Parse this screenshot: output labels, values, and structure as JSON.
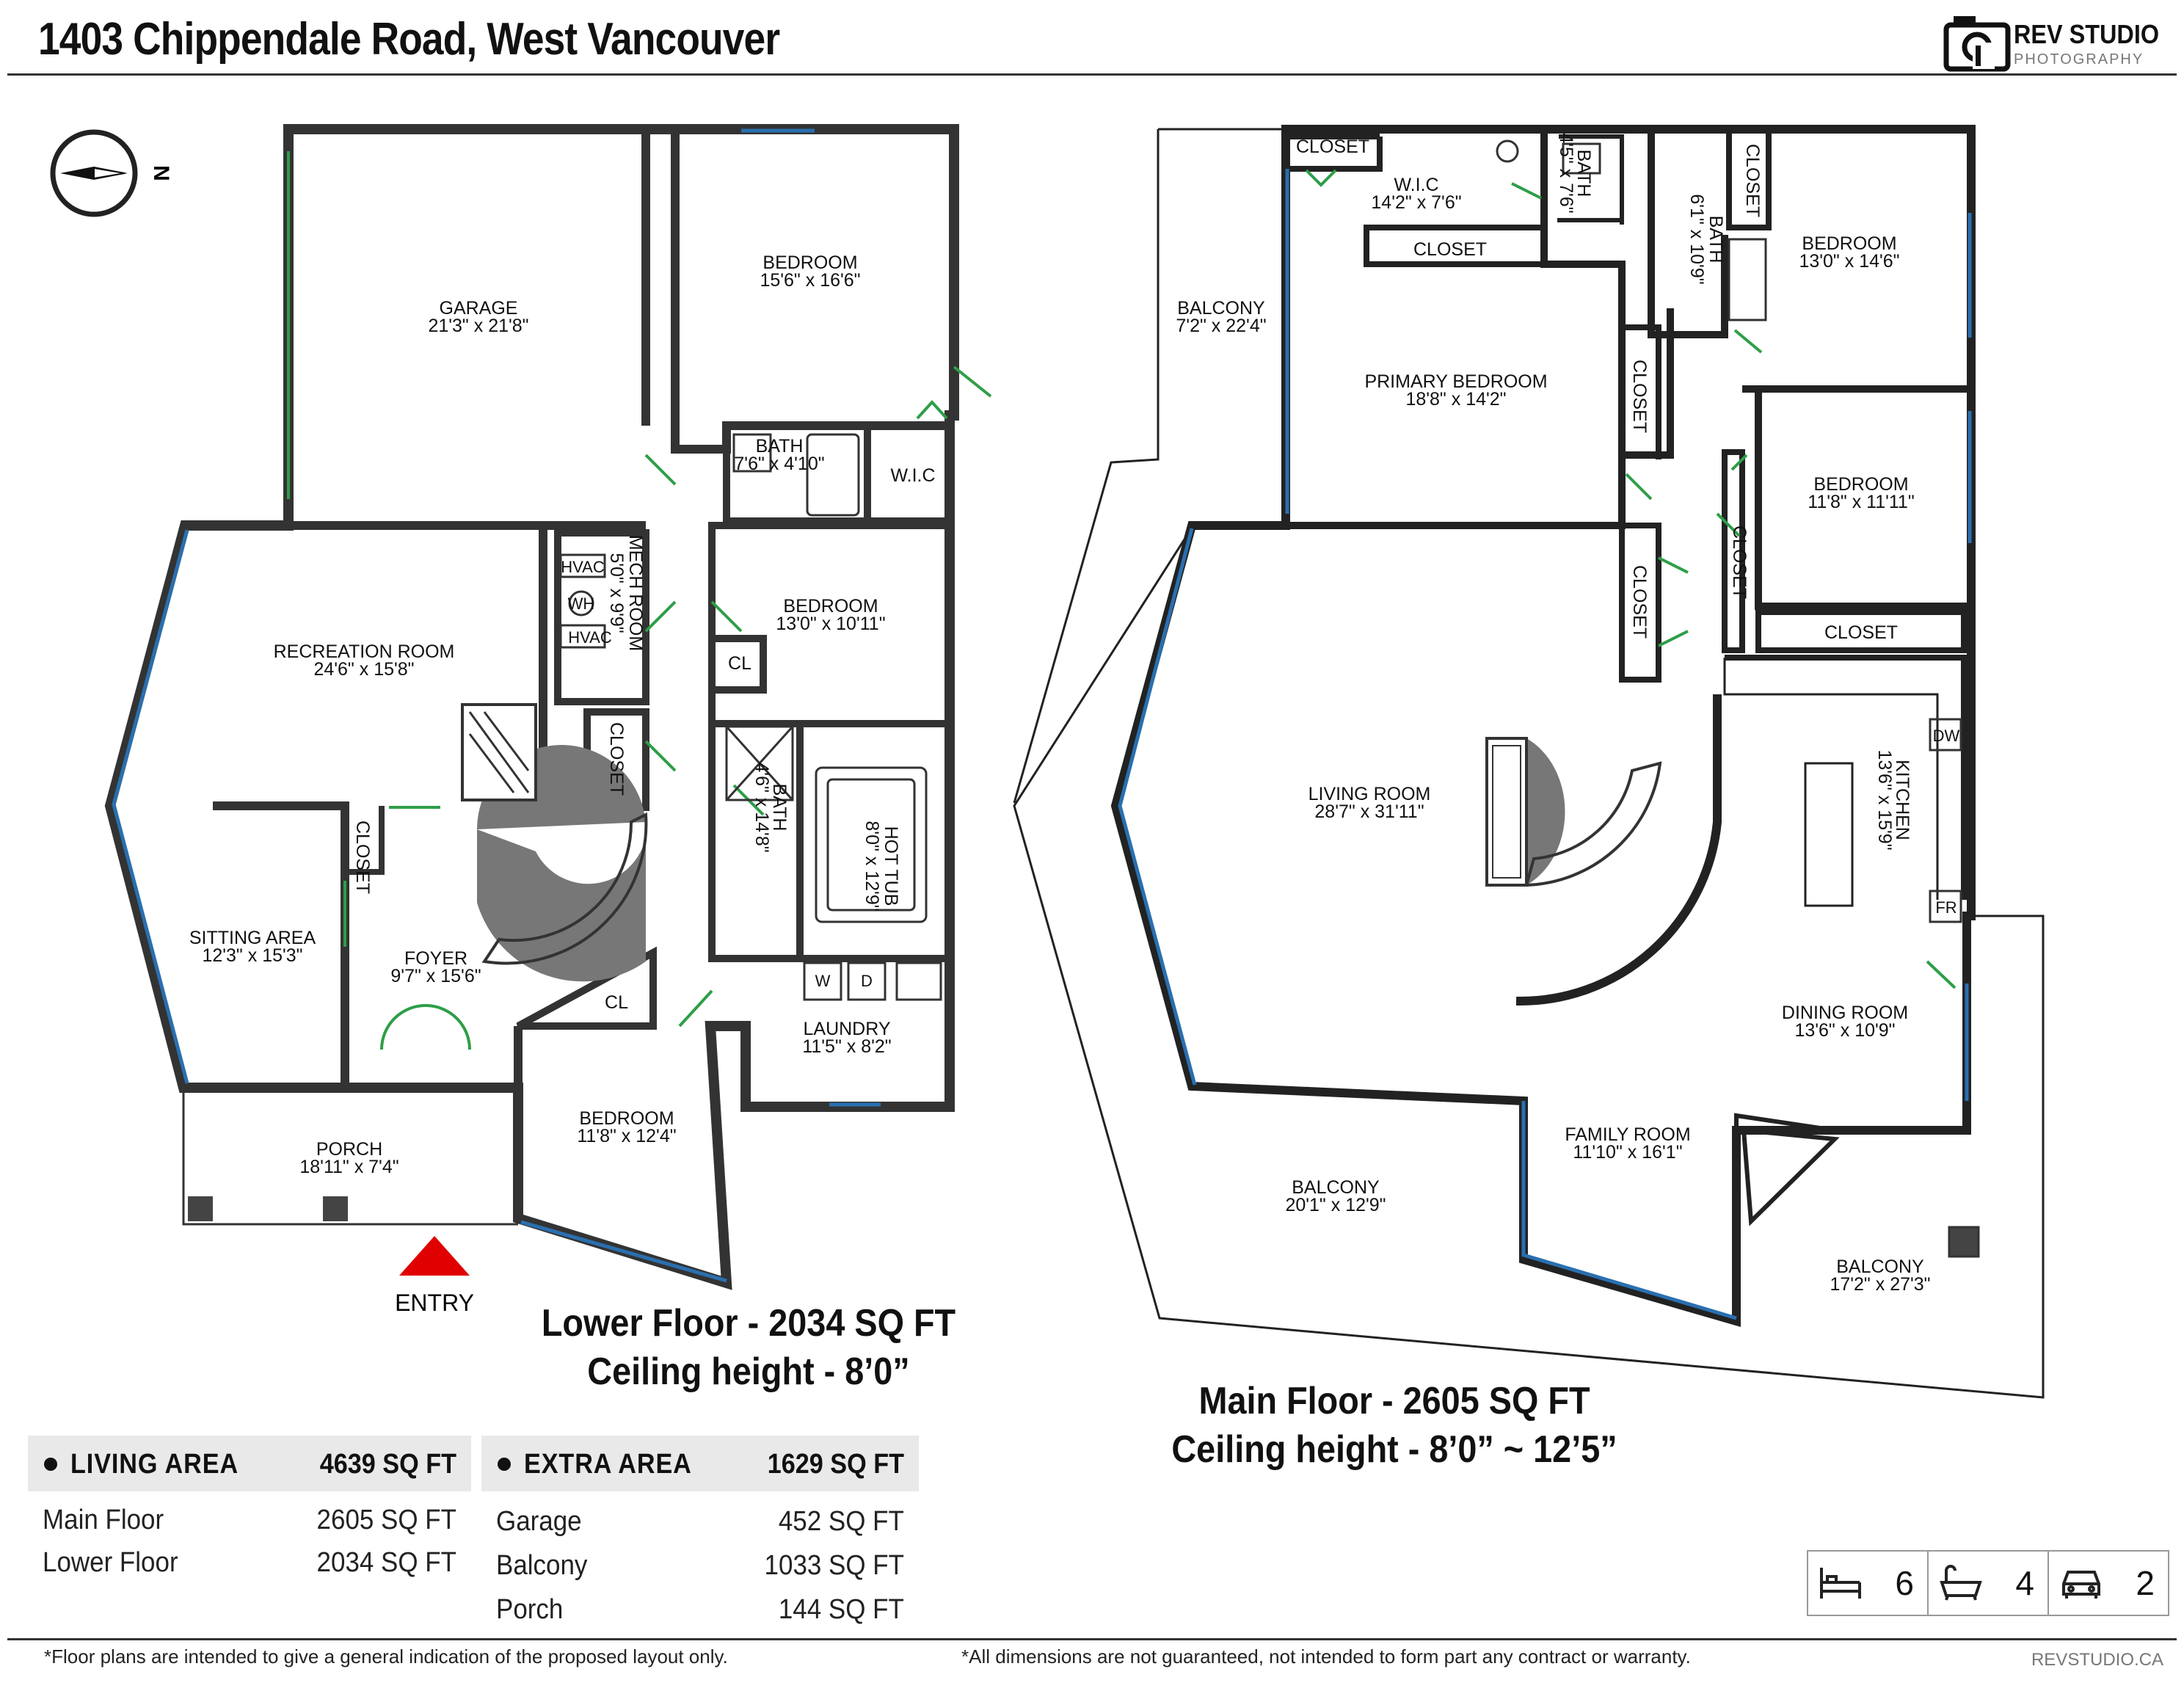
{
  "header": {
    "address": "1403 Chippendale Road, West Vancouver",
    "brand": "REV STUDIO",
    "brand_sub": "PHOTOGRAPHY"
  },
  "compass": {
    "label": "N"
  },
  "lower_floor": {
    "heading": "Lower Floor - 2034 SQ FT",
    "ceiling": "Ceiling height - 8’0”",
    "entry": "ENTRY",
    "rooms": [
      {
        "name": "GARAGE",
        "dims": "21'3\" x 21'8\""
      },
      {
        "name": "BEDROOM",
        "dims": "15'6\" x 16'6\""
      },
      {
        "name": "BATH",
        "dims": "7'6\" x 4'10\""
      },
      {
        "name": "W.I.C",
        "dims": ""
      },
      {
        "name": "MECH ROOM",
        "dims": "5'0\" x 9'9\""
      },
      {
        "name": "BEDROOM",
        "dims": "13'0\" x 10'11\""
      },
      {
        "name": "RECREATION ROOM",
        "dims": "24'6\" x 15'8\""
      },
      {
        "name": "CL",
        "dims": ""
      },
      {
        "name": "CLOSET",
        "dims": ""
      },
      {
        "name": "BATH",
        "dims": "4'6\" x 14'8\""
      },
      {
        "name": "HOT TUB",
        "dims": "8'0\" x 12'9\""
      },
      {
        "name": "CLOSET",
        "dims": ""
      },
      {
        "name": "SITTING AREA",
        "dims": "12'3\" x 15'3\""
      },
      {
        "name": "FOYER",
        "dims": "9'7\" x 15'6\""
      },
      {
        "name": "CL",
        "dims": ""
      },
      {
        "name": "LAUNDRY",
        "dims": "11'5\" x 8'2\""
      },
      {
        "name": "BEDROOM",
        "dims": "11'8\" x 12'4\""
      },
      {
        "name": "PORCH",
        "dims": "18'11\" x 7'4\""
      }
    ],
    "fixtures": [
      "HVAC",
      "WH",
      "HVAC",
      "W",
      "D"
    ]
  },
  "main_floor": {
    "heading": "Main Floor - 2605 SQ FT",
    "ceiling": "Ceiling height - 8’0” ~ 12’5”",
    "rooms": [
      {
        "name": "CLOSET",
        "dims": ""
      },
      {
        "name": "W.I.C",
        "dims": "14'2\" x 7'6\""
      },
      {
        "name": "CLOSET",
        "dims": ""
      },
      {
        "name": "BATH",
        "dims": "4'5\" x 7'6\""
      },
      {
        "name": "BATH",
        "dims": "6'1\" x 10'9\""
      },
      {
        "name": "CLOSET",
        "dims": ""
      },
      {
        "name": "BEDROOM",
        "dims": "13'0\" x 14'6\""
      },
      {
        "name": "BALCONY",
        "dims": "7'2\" x 22'4\""
      },
      {
        "name": "PRIMARY BEDROOM",
        "dims": "18'8\" x 14'2\""
      },
      {
        "name": "CLOSET",
        "dims": ""
      },
      {
        "name": "BEDROOM",
        "dims": "11'8\" x 11'11\""
      },
      {
        "name": "CLOSET",
        "dims": ""
      },
      {
        "name": "CLOSET",
        "dims": ""
      },
      {
        "name": "CLOSET",
        "dims": ""
      },
      {
        "name": "LIVING ROOM",
        "dims": "28'7\" x 31'11\""
      },
      {
        "name": "KITCHEN",
        "dims": "13'6\" x 15'9\""
      },
      {
        "name": "DINING ROOM",
        "dims": "13'6\" x 10'9\""
      },
      {
        "name": "FAMILY ROOM",
        "dims": "11'10\" x 16'1\""
      },
      {
        "name": "BALCONY",
        "dims": "20'1\" x 12'9\""
      },
      {
        "name": "BALCONY",
        "dims": "17'2\" x 27'3\""
      }
    ],
    "fixtures": [
      "DW",
      "FR"
    ]
  },
  "living_area": {
    "label": "LIVING AREA",
    "total": "4639 SQ FT",
    "rows": [
      {
        "label": "Main Floor",
        "value": "2605 SQ FT"
      },
      {
        "label": "Lower Floor",
        "value": "2034 SQ FT"
      }
    ]
  },
  "extra_area": {
    "label": "EXTRA AREA",
    "total": "1629 SQ FT",
    "rows": [
      {
        "label": "Garage",
        "value": "452 SQ FT"
      },
      {
        "label": "Balcony",
        "value": "1033 SQ FT"
      },
      {
        "label": "Porch",
        "value": "144 SQ FT"
      }
    ]
  },
  "counts": {
    "bedrooms": "6",
    "bathrooms": "4",
    "parking": "2"
  },
  "footer": {
    "left_note": "*Floor plans are intended to give a general indication of the proposed layout only.",
    "mid_note": "*All dimensions are not guaranteed, not intended to form part any contract or warranty.",
    "site": "REVSTUDIO.CA"
  }
}
